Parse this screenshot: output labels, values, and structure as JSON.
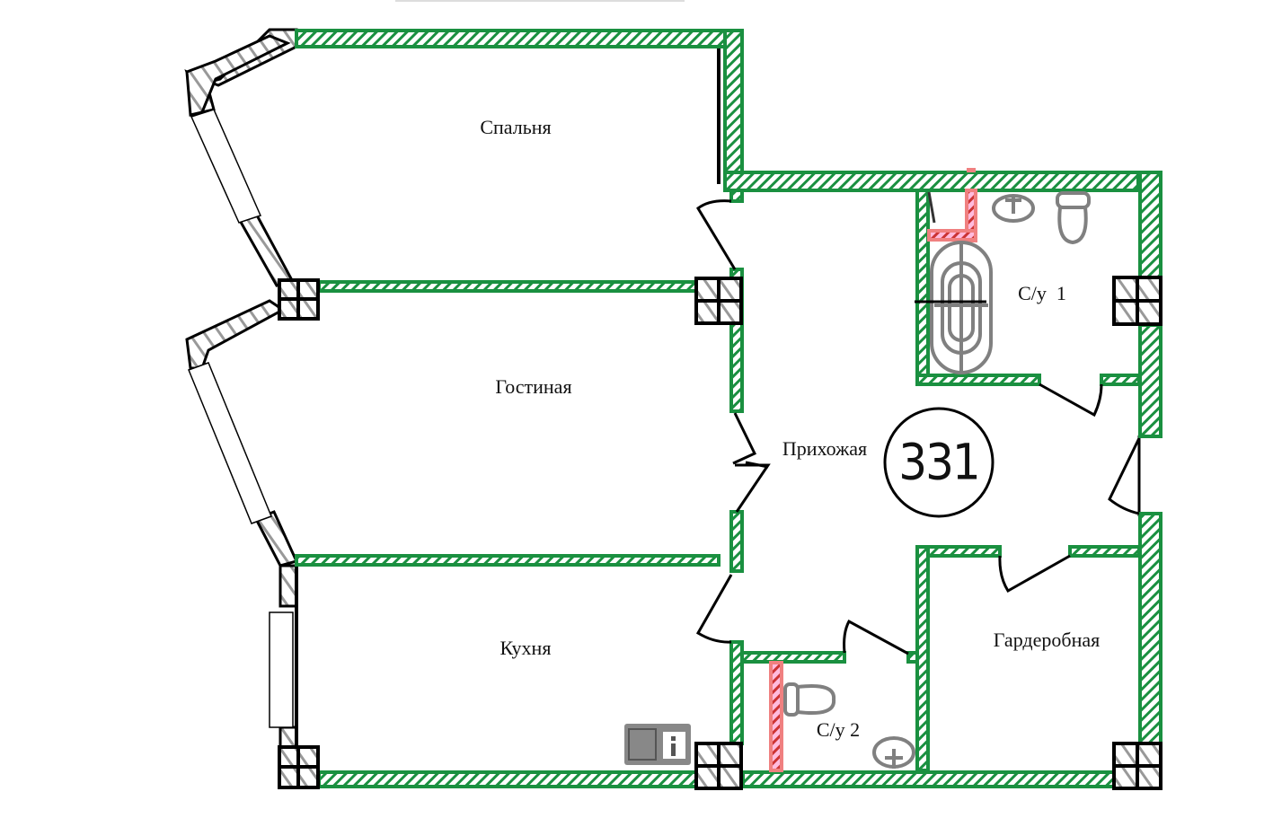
{
  "plan": {
    "apartment_number": "331",
    "rooms": {
      "bedroom": "Спальня",
      "living": "Гостиная",
      "hall": "Прихожая",
      "bath1": "С/у  1",
      "wardrobe": "Гардеробная",
      "kitchen": "Кухня",
      "bath2": "С/у 2"
    },
    "colors": {
      "wall": "#1a9040",
      "partition_new": "#f08080",
      "fixtures": "#808080"
    }
  }
}
